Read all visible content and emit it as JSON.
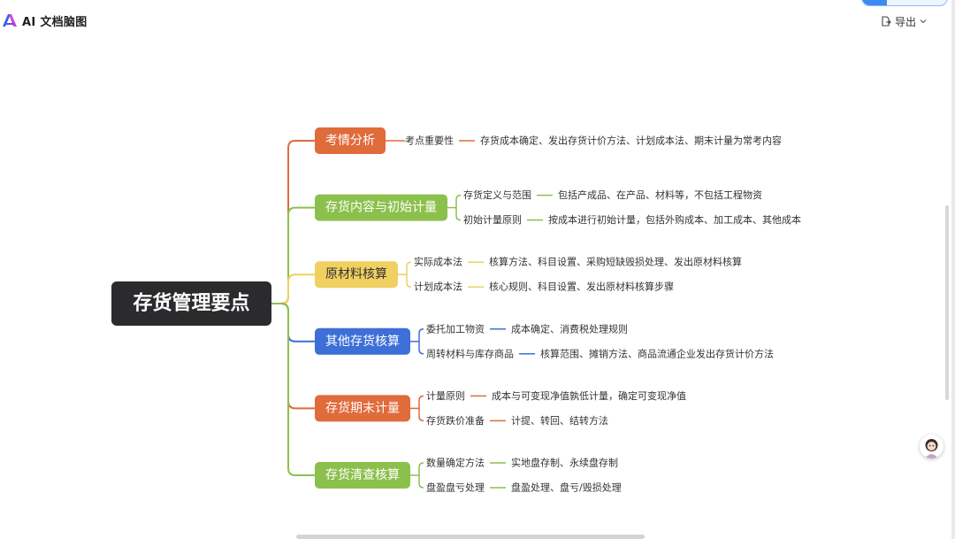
{
  "app": {
    "title": "AI 文档脑图"
  },
  "toolbar": {
    "export_label": "导出"
  },
  "mindmap": {
    "root": "存货管理要点",
    "branches": [
      {
        "label": "考情分析",
        "color": "#e06b3b",
        "line_color": "#e06b3b",
        "children": [
          {
            "label": "考点重要性",
            "detail": "存货成本确定、发出存货计价方法、计划成本法、期末计量为常考内容"
          }
        ]
      },
      {
        "label": "存货内容与初始计量",
        "color": "#8cc04d",
        "line_color": "#8cc04d",
        "children": [
          {
            "label": "存货定义与范围",
            "detail": "包括产成品、在产品、材料等，不包括工程物资"
          },
          {
            "label": "初始计量原则",
            "detail": "按成本进行初始计量，包括外购成本、加工成本、其他成本"
          }
        ]
      },
      {
        "label": "原材料核算",
        "color": "#f0d060",
        "line_color": "#f0d060",
        "text_color": "#333333",
        "children": [
          {
            "label": "实际成本法",
            "detail": "核算方法、科目设置、采购短缺毁损处理、发出原材料核算"
          },
          {
            "label": "计划成本法",
            "detail": "核心规则、科目设置、发出原材料核算步骤"
          }
        ]
      },
      {
        "label": "其他存货核算",
        "color": "#3e6fd8",
        "line_color": "#3e6fd8",
        "children": [
          {
            "label": "委托加工物资",
            "detail": "成本确定、消费税处理规则"
          },
          {
            "label": "周转材料与库存商品",
            "detail": "核算范围、摊销方法、商品流通企业发出存货计价方法"
          }
        ]
      },
      {
        "label": "存货期末计量",
        "color": "#e06b3b",
        "line_color": "#e06b3b",
        "children": [
          {
            "label": "计量原则",
            "detail": "成本与可变现净值孰低计量，确定可变现净值"
          },
          {
            "label": "存货跌价准备",
            "detail": "计提、转回、结转方法"
          }
        ]
      },
      {
        "label": "存货清查核算",
        "color": "#8cc04d",
        "line_color": "#8cc04d",
        "children": [
          {
            "label": "数量确定方法",
            "detail": "实地盘存制、永续盘存制"
          },
          {
            "label": "盘盈盘亏处理",
            "detail": "盘盈处理、盘亏/毁损处理"
          }
        ]
      }
    ]
  },
  "icons": {
    "logo": "ai-logo-icon",
    "export": "export-icon",
    "chevron": "chevron-down-icon",
    "assistant": "assistant-avatar-icon"
  }
}
